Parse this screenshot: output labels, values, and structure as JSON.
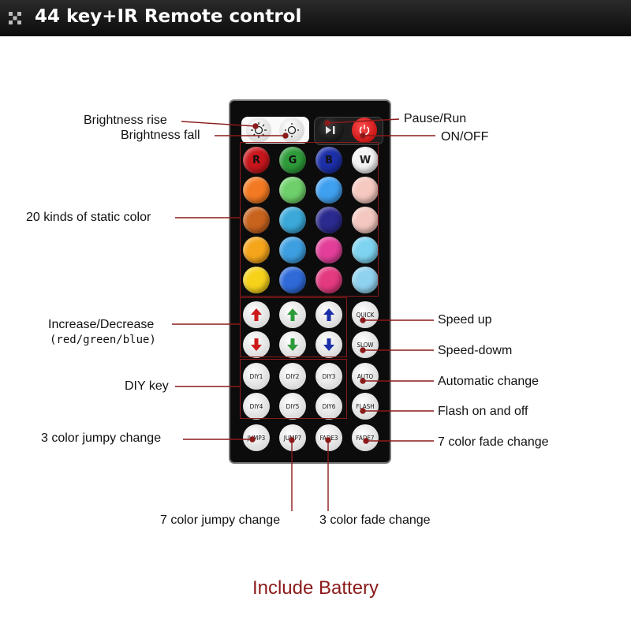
{
  "header": {
    "title": "44 key+IR Remote control"
  },
  "remote": {
    "top_row": {
      "play_pause_icon": "play-pause-icon",
      "power_icon": "power-icon"
    },
    "color_rows": [
      [
        {
          "label": "R",
          "color": "#c8161d"
        },
        {
          "label": "G",
          "color": "#2e9b3a"
        },
        {
          "label": "B",
          "color": "#1c2fa8"
        },
        {
          "label": "W",
          "color": "#f4f4f4"
        }
      ],
      [
        {
          "label": "",
          "color": "#f37a22"
        },
        {
          "label": "",
          "color": "#6ed06a"
        },
        {
          "label": "",
          "color": "#3fa0f0"
        },
        {
          "label": "",
          "color": "#f6c9c0"
        }
      ],
      [
        {
          "label": "",
          "color": "#c8631e"
        },
        {
          "label": "",
          "color": "#3aa8d8"
        },
        {
          "label": "",
          "color": "#2b2a8e"
        },
        {
          "label": "",
          "color": "#f4c8c0"
        }
      ],
      [
        {
          "label": "",
          "color": "#f5a51a"
        },
        {
          "label": "",
          "color": "#3d9fe0"
        },
        {
          "label": "",
          "color": "#e33f9a"
        },
        {
          "label": "",
          "color": "#7dd3f0"
        }
      ],
      [
        {
          "label": "",
          "color": "#f7d21b"
        },
        {
          "label": "",
          "color": "#2f6ad8"
        },
        {
          "label": "",
          "color": "#e3397f"
        },
        {
          "label": "",
          "color": "#8fd2f0"
        }
      ]
    ],
    "arrow_keys": [
      {
        "dir": "up",
        "color": "#cc1a1a"
      },
      {
        "dir": "up",
        "color": "#2e9b3a"
      },
      {
        "dir": "up",
        "color": "#1c2fa8"
      },
      {
        "dir": "down",
        "color": "#cc1a1a"
      },
      {
        "dir": "down",
        "color": "#2e9b3a"
      },
      {
        "dir": "down",
        "color": "#1c2fa8"
      }
    ],
    "quick_label": "QUICK",
    "slow_label": "SLOW",
    "auto_label": "AUTO",
    "flash_label": "FLASH",
    "diy_keys": [
      "DIY1",
      "DIY2",
      "DIY3",
      "DIY4",
      "DIY5",
      "DIY6"
    ],
    "bottom_keys": [
      "JUMP3",
      "JUMP7",
      "FADE3",
      "FADE7"
    ]
  },
  "labels": {
    "brightness_rise": "Brightness rise",
    "brightness_fall": "Brightness fall",
    "pause_run": "Pause/Run",
    "on_off": "ON/OFF",
    "static_color": "20 kinds of static color",
    "increase_decrease": "Increase/Decrease",
    "rgb_note": "(red/green/blue)",
    "speed_up": "Speed up",
    "speed_down": "Speed-dowm",
    "automatic_change": "Automatic change",
    "diy_key": "DIY key",
    "flash_on_off": "Flash on and off",
    "jumpy3": "3 color jumpy change",
    "fade7": "7 color fade change",
    "jumpy7": "7 color jumpy change",
    "fade3": "3 color fade change"
  },
  "footer": "Include Battery",
  "colors": {
    "accent": "#8b1a1a",
    "header_bg": "#1a1a1a"
  }
}
